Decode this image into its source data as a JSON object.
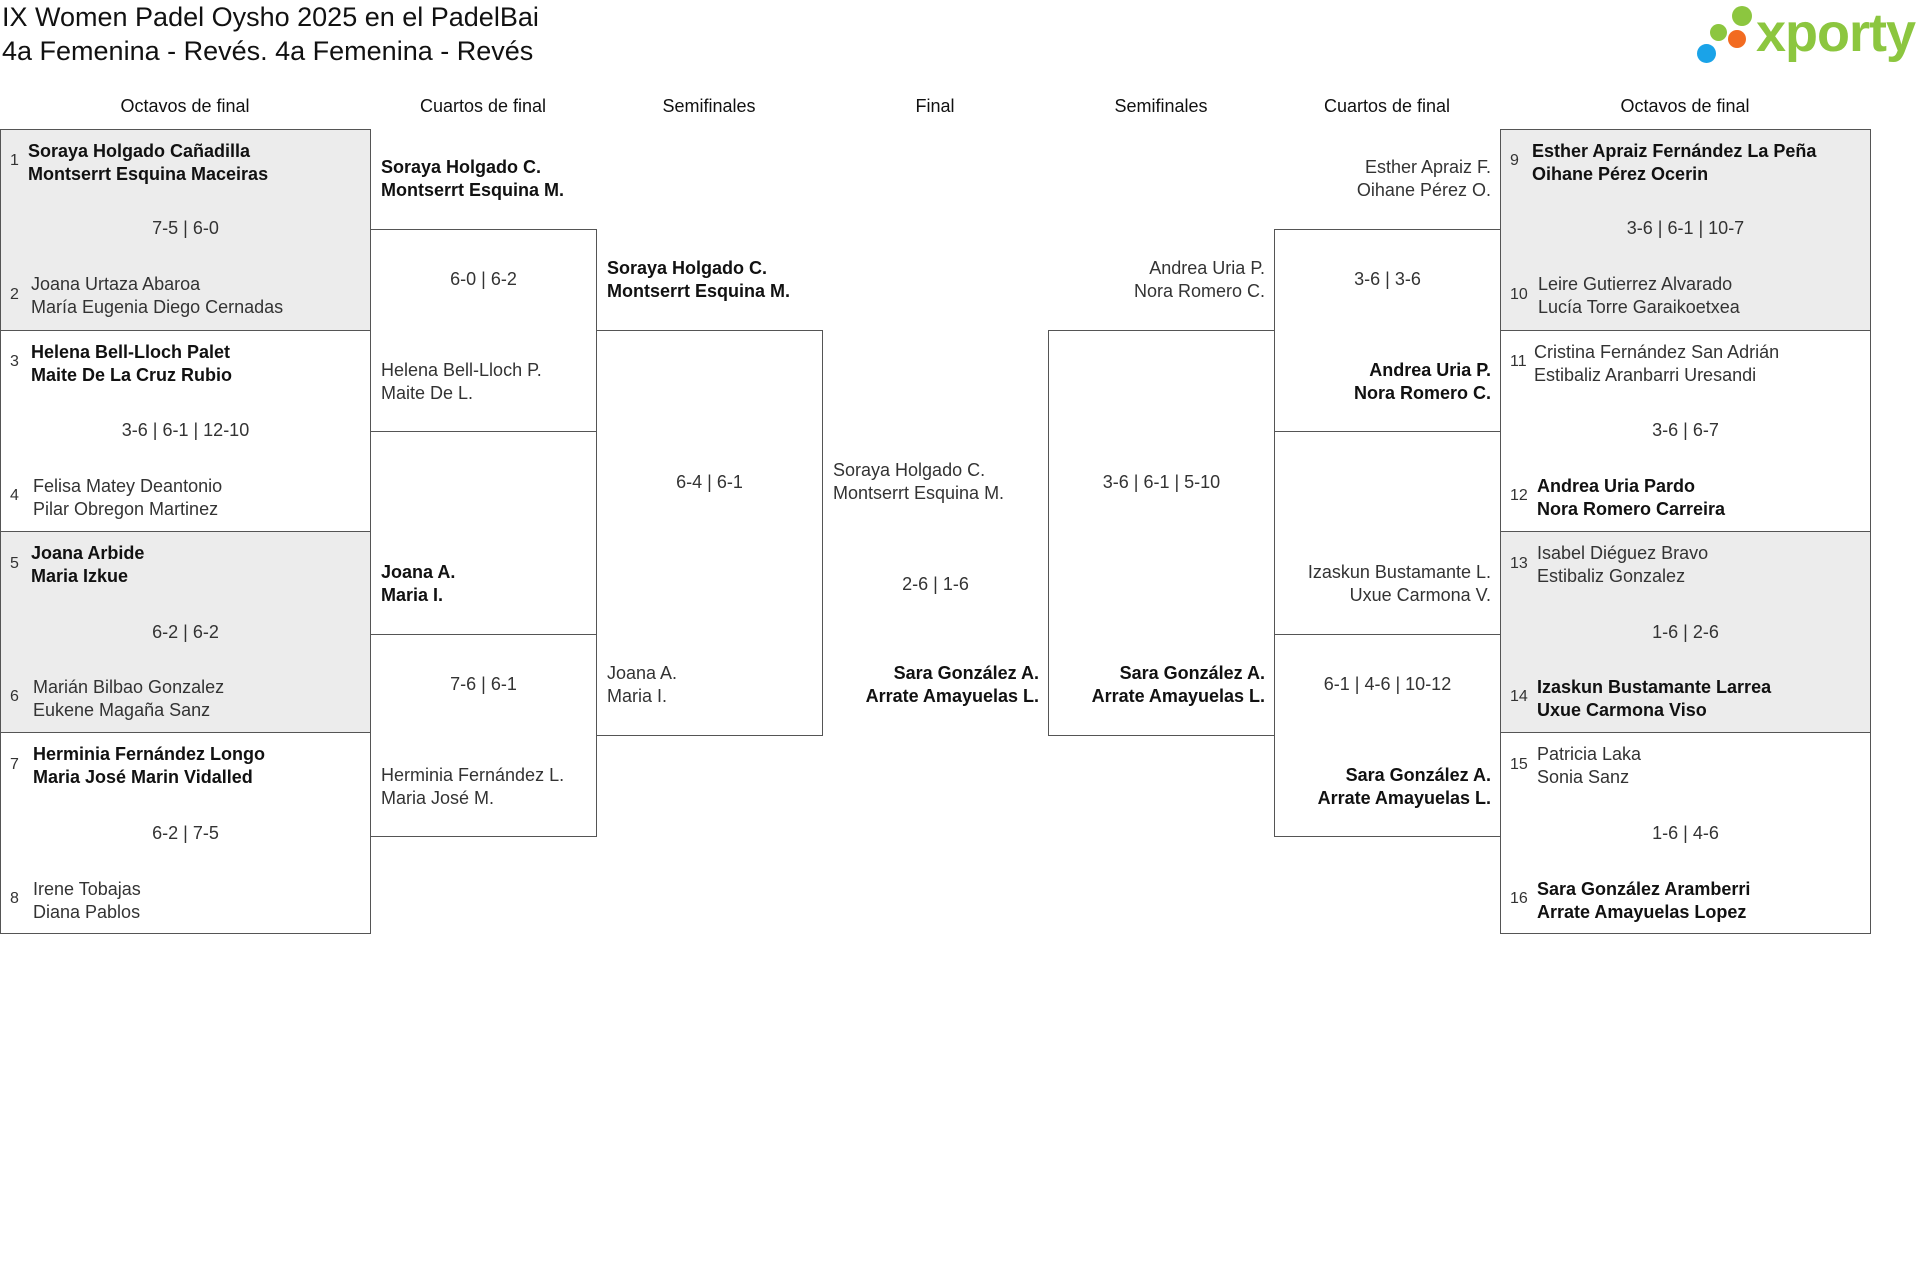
{
  "header": {
    "title_line1": "IX Women Padel Oysho 2025 en el PadelBai",
    "title_line2": "4a Femenina - Revés. 4a Femenina - Revés",
    "logo_text": "xporty"
  },
  "colors": {
    "shade": "#ececec",
    "border": "#555555",
    "logo_green": "#8cc63f",
    "logo_blue": "#1aa3e8",
    "logo_orange": "#f26b21"
  },
  "round_headers": {
    "left_r16": "Octavos de final",
    "left_qf": "Cuartos de final",
    "left_sf": "Semifinales",
    "final": "Final",
    "right_sf": "Semifinales",
    "right_qf": "Cuartos de final",
    "right_r16": "Octavos de final"
  },
  "left_r16": [
    {
      "seed_a": "1",
      "a1": "Soraya Holgado Cañadilla",
      "a2": "Montserrt Esquina Maceiras",
      "seed_b": "2",
      "b1": "Joana Urtaza Abaroa",
      "b2": "María Eugenia Diego Cernadas",
      "score": "7-5 | 6-0",
      "winner": "a"
    },
    {
      "seed_a": "3",
      "a1": "Helena Bell-Lloch Palet",
      "a2": "Maite De La Cruz Rubio",
      "seed_b": "4",
      "b1": "Felisa Matey Deantonio",
      "b2": "Pilar Obregon Martinez",
      "score": "3-6 | 6-1 | 12-10",
      "winner": "a"
    },
    {
      "seed_a": "5",
      "a1": "Joana Arbide",
      "a2": "Maria Izkue",
      "seed_b": "6",
      "b1": "Marián Bilbao Gonzalez",
      "b2": "Eukene Magaña Sanz",
      "score": "6-2 | 6-2",
      "winner": "a"
    },
    {
      "seed_a": "7",
      "a1": "Herminia Fernández Longo",
      "a2": "Maria José Marin Vidalled",
      "seed_b": "8",
      "b1": "Irene Tobajas",
      "b2": "Diana Pablos",
      "score": "6-2 | 7-5",
      "winner": "a"
    }
  ],
  "right_r16": [
    {
      "seed_a": "9",
      "a1": "Esther Apraiz Fernández La Peña",
      "a2": "Oihane Pérez Ocerin",
      "seed_b": "10",
      "b1": "Leire Gutierrez Alvarado",
      "b2": "Lucía Torre Garaikoetxea",
      "score": "3-6 | 6-1 | 10-7",
      "winner": "a"
    },
    {
      "seed_a": "11",
      "a1": "Cristina Fernández San Adrián",
      "a2": "Estibaliz Aranbarri Uresandi",
      "seed_b": "12",
      "b1": "Andrea Uria Pardo",
      "b2": "Nora Romero Carreira",
      "score": "3-6 | 6-7",
      "winner": "b"
    },
    {
      "seed_a": "13",
      "a1": "Isabel Diéguez Bravo",
      "a2": "Estibaliz Gonzalez",
      "seed_b": "14",
      "b1": "Izaskun Bustamante Larrea",
      "b2": "Uxue Carmona Viso",
      "score": "1-6 | 2-6",
      "winner": "b"
    },
    {
      "seed_a": "15",
      "a1": "Patricia Laka",
      "a2": "Sonia Sanz",
      "seed_b": "16",
      "b1": "Sara González Aramberri",
      "b2": "Arrate Amayuelas Lopez",
      "score": "1-6 | 4-6",
      "winner": "b"
    }
  ],
  "left_qf": [
    {
      "a1": "Soraya Holgado C.",
      "a2": "Montserrt Esquina M.",
      "b1": "Helena Bell-Lloch P.",
      "b2": "Maite De L.",
      "score": "6-0 | 6-2",
      "winner": "a"
    },
    {
      "a1": "Joana A.",
      "a2": "Maria I.",
      "b1": "Herminia Fernández L.",
      "b2": "Maria José M.",
      "score": "7-6 | 6-1",
      "winner": "a"
    }
  ],
  "right_qf": [
    {
      "a1": "Esther Apraiz F.",
      "a2": "Oihane Pérez O.",
      "b1": "Andrea Uria P.",
      "b2": "Nora Romero C.",
      "score": "3-6 | 3-6",
      "winner": "b"
    },
    {
      "a1": "Izaskun Bustamante L.",
      "a2": "Uxue Carmona V.",
      "b1": "Sara González A.",
      "b2": "Arrate Amayuelas L.",
      "score": "6-1 | 4-6 | 10-12",
      "winner": "b"
    }
  ],
  "left_sf": {
    "a1": "Soraya Holgado C.",
    "a2": "Montserrt Esquina M.",
    "b1": "Joana A.",
    "b2": "Maria I.",
    "score": "6-4 | 6-1",
    "winner": "a"
  },
  "right_sf": {
    "a1": "Andrea Uria P.",
    "a2": "Nora Romero C.",
    "b1": "Sara González A.",
    "b2": "Arrate Amayuelas L.",
    "score": "3-6 | 6-1 | 5-10",
    "winner": "b"
  },
  "final": {
    "a1": "Soraya Holgado C.",
    "a2": "Montserrt Esquina M.",
    "b1": "Sara González A.",
    "b2": "Arrate Amayuelas L.",
    "score": "2-6 | 1-6",
    "winner": "b"
  }
}
